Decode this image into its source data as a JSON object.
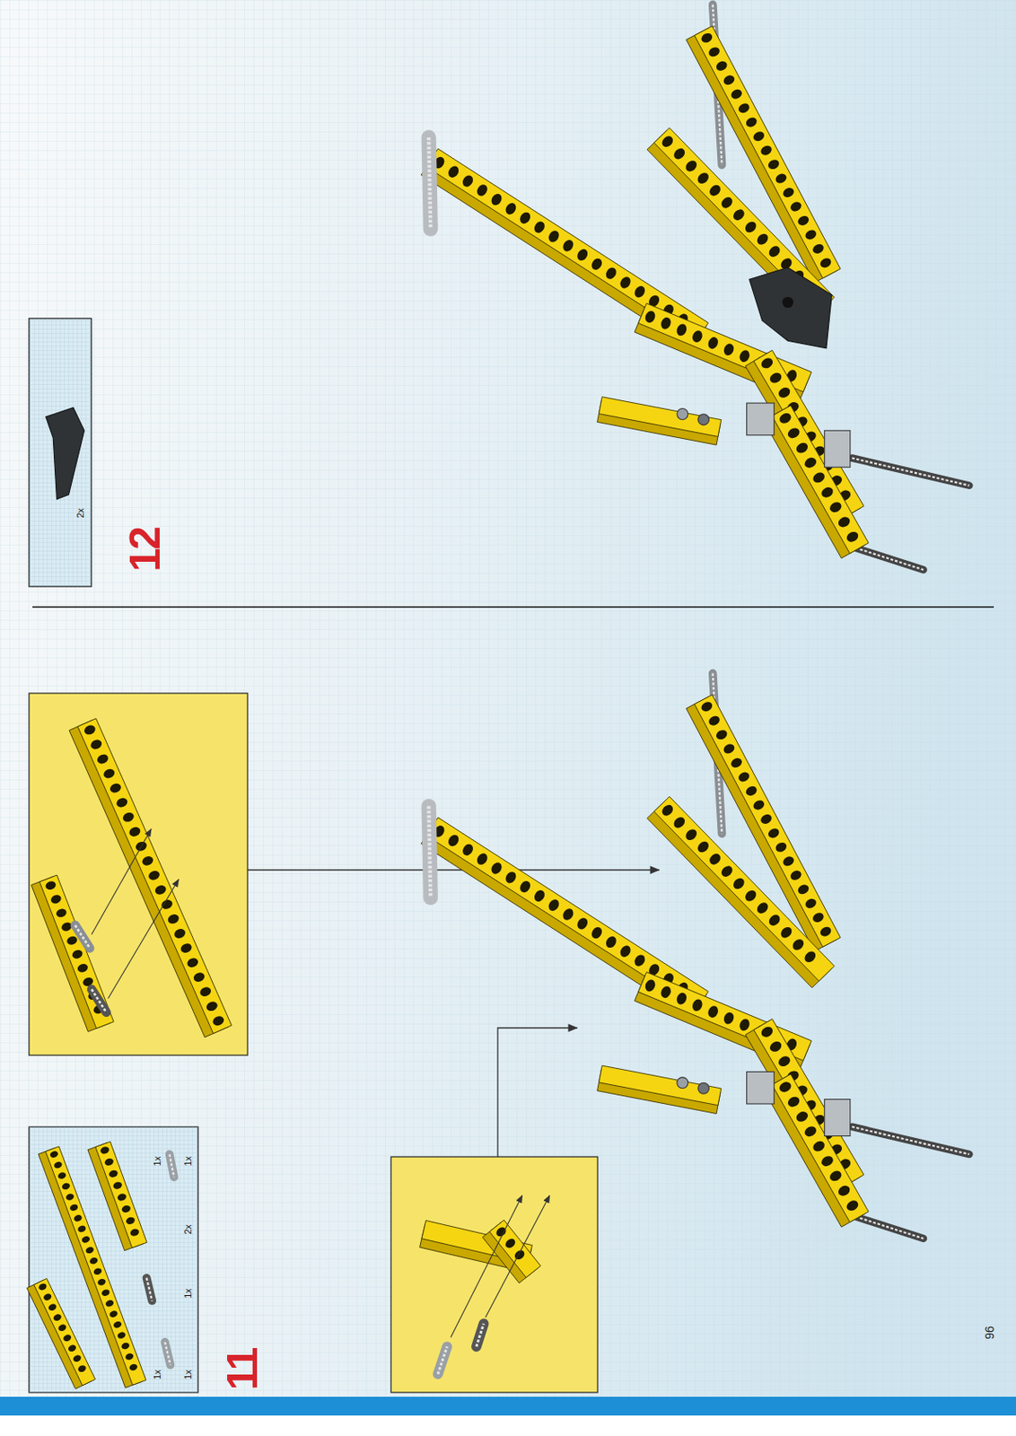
{
  "diagram": {
    "nodes": [
      {
        "text": [
          "1x",
          "1x",
          "1x",
          "2x",
          "1x",
          "1x"
        ]
      },
      {
        "text": [
          "2x"
        ]
      }
    ],
    "labels": [
      "12",
      "11",
      "96"
    ]
  }
}
